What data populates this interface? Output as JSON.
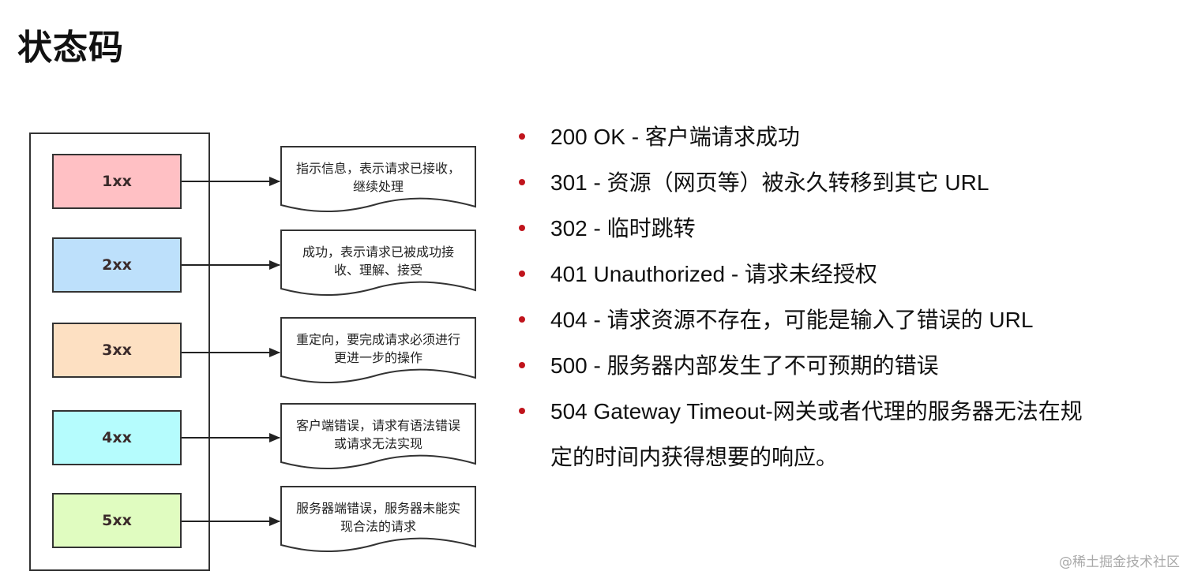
{
  "title": "状态码",
  "diagram": {
    "codes": [
      {
        "label": "1xx",
        "color": "#ffc0c4",
        "description_lines": [
          "指示信息，表示请求已接收，",
          "继续处理"
        ]
      },
      {
        "label": "2xx",
        "color": "#bde0fb",
        "description_lines": [
          "成功，表示请求已被成功接",
          "收、理解、接受"
        ]
      },
      {
        "label": "3xx",
        "color": "#fde0c2",
        "description_lines": [
          "重定向，要完成请求必须进行",
          "更进一步的操作"
        ]
      },
      {
        "label": "4xx",
        "color": "#b5fcfd",
        "description_lines": [
          "客户端错误，请求有语法错误",
          "或请求无法实现"
        ]
      },
      {
        "label": "5xx",
        "color": "#e0fcc0",
        "description_lines": [
          "服务器端错误，服务器未能实",
          "现合法的请求"
        ]
      }
    ]
  },
  "bullets": {
    "bullet_color": "#c0141c",
    "items": [
      {
        "text": "200 OK - 客户端请求成功"
      },
      {
        "text": "301 - 资源（网页等）被永久转移到其它 URL"
      },
      {
        "text": "302 - 临时跳转"
      },
      {
        "text": "401 Unauthorized - 请求未经授权"
      },
      {
        "text": "404 - 请求资源不存在，可能是输入了错误的 URL"
      },
      {
        "text": "500 - 服务器内部发生了不可预期的错误"
      },
      {
        "text": "504 Gateway Timeout-网关或者代理的服务器无法在规"
      }
    ],
    "continuation": "定的时间内获得想要的响应。"
  },
  "watermark": "@稀土掘金技术社区"
}
